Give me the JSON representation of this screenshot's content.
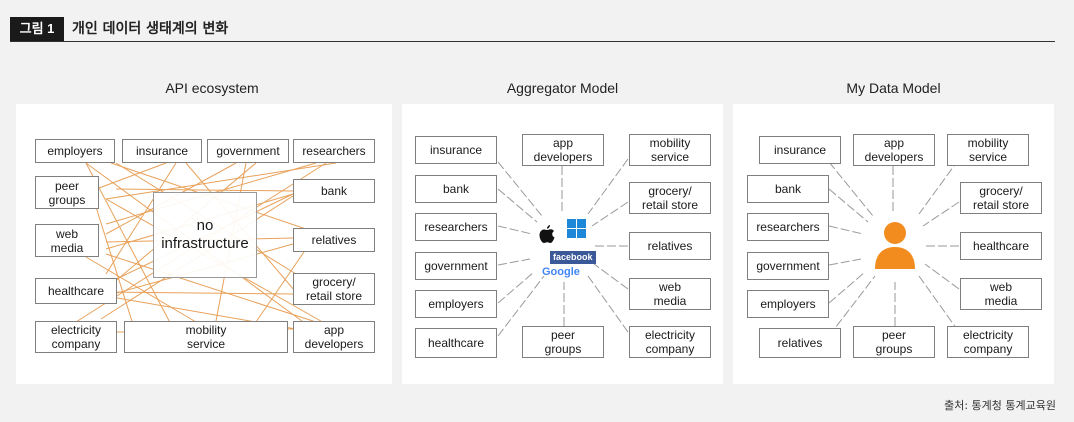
{
  "figure": {
    "badge": "그림 1",
    "title": "개인 데이터 생태계의 변화",
    "source": "출처: 통계청 통계교육원"
  },
  "panels": {
    "api": {
      "title": "API ecosystem",
      "center": "no\ninfrastructure",
      "nodes": [
        "employers",
        "insurance",
        "government",
        "researchers",
        "peer\ngroups",
        "bank",
        "web\nmedia",
        "relatives",
        "healthcare",
        "grocery/\nretail store",
        "electricity\ncompany",
        "mobility\nservice",
        "app\ndevelopers"
      ]
    },
    "aggregator": {
      "title": "Aggregator Model",
      "hub_logos": [
        "apple-logo",
        "windows-logo",
        "facebook",
        "Google"
      ],
      "nodes": [
        "insurance",
        "app\ndevelopers",
        "mobility\nservice",
        "bank",
        "grocery/\nretail store",
        "researchers",
        "relatives",
        "government",
        "web\nmedia",
        "employers",
        "healthcare",
        "peer\ngroups",
        "electricity\ncompany"
      ]
    },
    "mydata": {
      "title": "My Data Model",
      "hub_icon": "person-icon",
      "nodes": [
        "insurance",
        "app\ndevelopers",
        "mobility\nservice",
        "bank",
        "grocery/\nretail store",
        "researchers",
        "healthcare",
        "government",
        "web\nmedia",
        "employers",
        "relatives",
        "peer\ngroups",
        "electricity\ncompany"
      ]
    }
  },
  "colors": {
    "api_lines": "#e8a15a",
    "hub_lines": "#9a9a9a",
    "person": "#f28c1e",
    "facebook": "#3b5998"
  }
}
